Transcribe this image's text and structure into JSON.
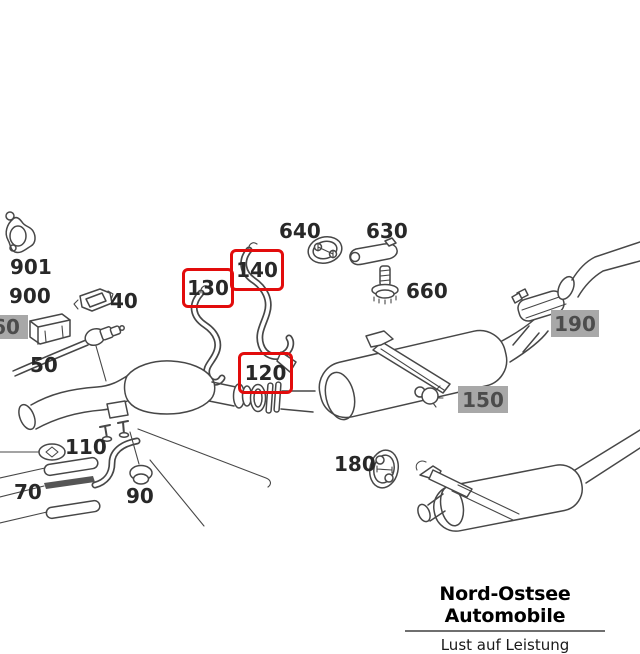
{
  "colors": {
    "background": "#ffffff",
    "line_art": "#474747",
    "part_number_text": "#282828",
    "highlight_box_red": "#e20c0c",
    "muted_label_bg": "#a8a8a8",
    "muted_label_text": "#4c4c4c",
    "logo_text": "#000000"
  },
  "labels": {
    "p901": {
      "text": "901",
      "style": "plain"
    },
    "p900": {
      "text": "900",
      "style": "plain"
    },
    "p60": {
      "text": "60",
      "style": "gray"
    },
    "p40": {
      "text": "40",
      "style": "plain"
    },
    "p50": {
      "text": "50",
      "style": "plain"
    },
    "p130": {
      "text": "130",
      "style": "red-box"
    },
    "p140": {
      "text": "140",
      "style": "red-box"
    },
    "p120": {
      "text": "120",
      "style": "red-box"
    },
    "p640": {
      "text": "640",
      "style": "plain"
    },
    "p630": {
      "text": "630",
      "style": "plain"
    },
    "p660": {
      "text": "660",
      "style": "plain"
    },
    "p110": {
      "text": "110",
      "style": "plain"
    },
    "p70": {
      "text": "70",
      "style": "plain"
    },
    "p90": {
      "text": "90",
      "style": "plain"
    },
    "p180": {
      "text": "180",
      "style": "plain"
    },
    "p190": {
      "text": "190",
      "style": "gray"
    },
    "p150": {
      "text": "150",
      "style": "gray"
    }
  },
  "branding": {
    "company": "Nord-Ostsee Automobile",
    "tagline": "Lust auf Leistung"
  }
}
